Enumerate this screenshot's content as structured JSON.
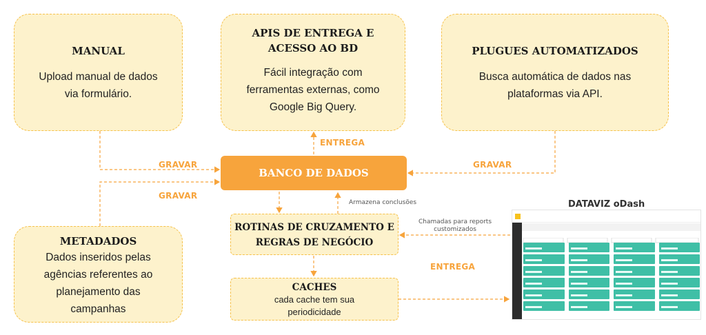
{
  "manual": {
    "title": "MANUAL",
    "text_1": "Upload manual de dados",
    "text_2": "via formulário."
  },
  "apis": {
    "title_1": "APIS DE ENTREGA E",
    "title_2": "ACESSO AO BD",
    "text_1": "Fácil integração com",
    "text_2": "ferramentas externas, como",
    "text_3": "Google Big Query."
  },
  "plugues": {
    "title": "PLUGUES AUTOMATIZADOS",
    "text_1": "Busca automática de dados nas",
    "text_2": "plataformas via API."
  },
  "banco": {
    "title": "BANCO DE DADOS"
  },
  "metadados": {
    "title": "METADADOS",
    "text_1": "Dados inseridos pelas",
    "text_2": "agências referentes ao",
    "text_3": "planejamento das",
    "text_4": "campanhas"
  },
  "rotinas": {
    "title_1": "ROTINAS DE CRUZAMENTO E",
    "title_2": "REGRAS DE NEGÓCIO"
  },
  "caches": {
    "title": "CACHES",
    "text_1": "cada cache tem sua",
    "text_2": "periodicidade"
  },
  "labels": {
    "entrega_top": "ENTREGA",
    "gravar_1": "GRAVAR",
    "gravar_2": "GRAVAR",
    "gravar_right": "GRAVAR",
    "entrega_right": "ENTREGA",
    "armazena": "Armazena conclusões",
    "chamadas_1": "Chamadas para reports",
    "chamadas_2": "customizados"
  },
  "dataviz": {
    "title": "DATAVIZ oDash"
  },
  "colors": {
    "accent": "#f7a43c",
    "box_fill": "#fdf2cc",
    "box_border": "#f6c14a",
    "tile": "#3fbfa6"
  }
}
